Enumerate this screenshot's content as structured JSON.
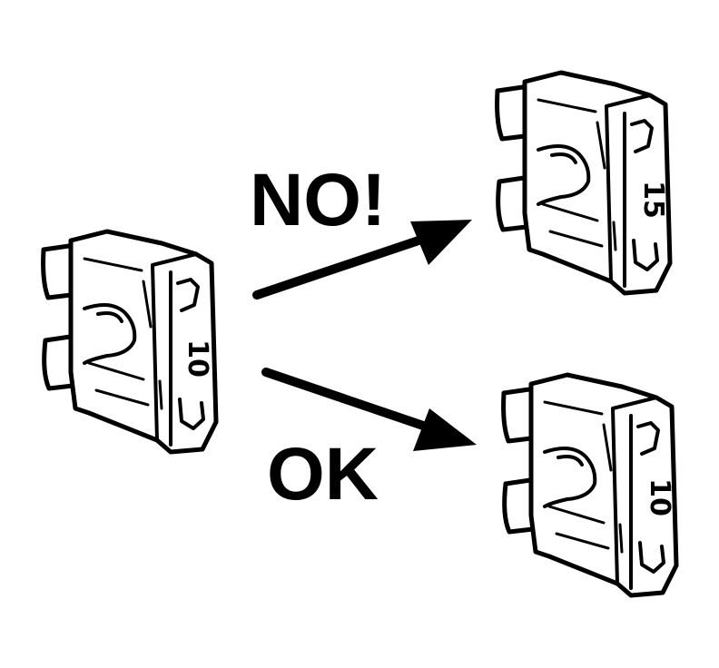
{
  "labels": {
    "no": "NO!",
    "ok": "OK"
  },
  "fuses": {
    "original": {
      "rating": "10"
    },
    "wrong_replacement": {
      "rating": "15"
    },
    "correct_replacement": {
      "rating": "10"
    }
  },
  "colors": {
    "ink": "#000000",
    "background": "#ffffff"
  }
}
